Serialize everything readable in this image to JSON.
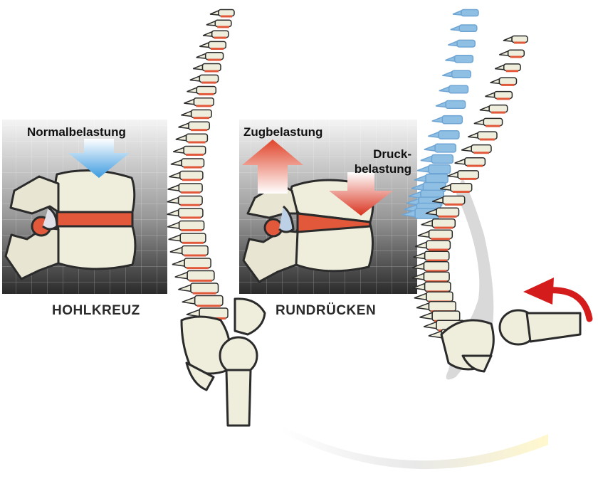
{
  "panels": {
    "left": {
      "arrow_label": "Normalbelastung",
      "caption": "HOHLKREUZ"
    },
    "right": {
      "tension_label": "Zugbelastung",
      "compression_label_line1": "Druck-",
      "compression_label_line2": "belastung",
      "caption": "RUNDRÜCKEN"
    }
  },
  "colors": {
    "bone": "#efeedd",
    "bone_outline": "#2b2b2b",
    "disc": "#e2583a",
    "blue_arrow": "#4aa8e8",
    "red_arrow": "#d9331f",
    "ghost_spine": "#8fc0e4",
    "body_shadow": "#c9c9c9",
    "curve_arrow": "#d41c1c"
  }
}
